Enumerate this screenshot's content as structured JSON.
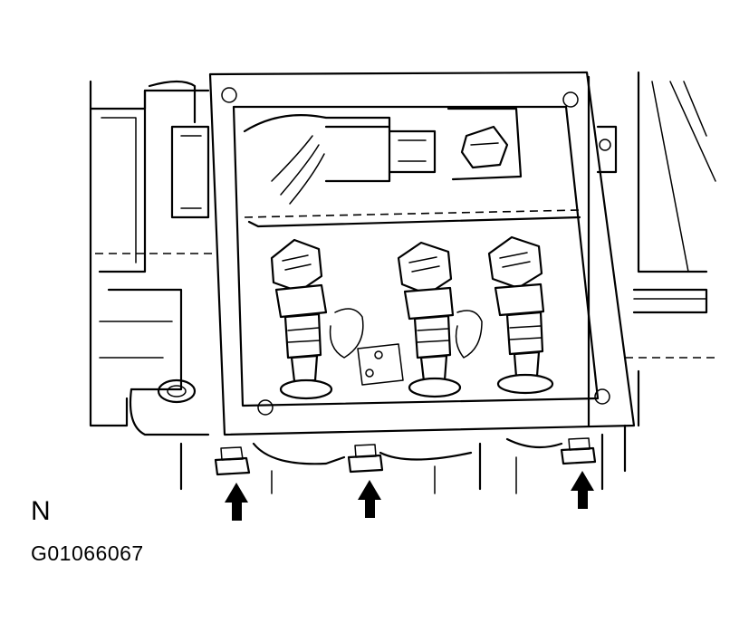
{
  "labels": {
    "view_letter": "N",
    "figure_code": "G01066067"
  },
  "components": {
    "injector_count": 3,
    "arrow_count": 3
  },
  "colors": {
    "line": "#000000",
    "background": "#ffffff"
  }
}
